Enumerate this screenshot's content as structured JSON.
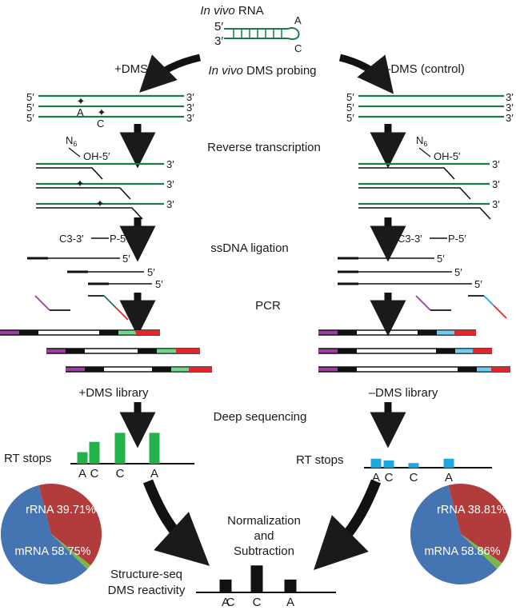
{
  "header": {
    "in_vivo_italic": "In vivo",
    "rna_word": " RNA",
    "five_prime": "5′",
    "three_prime": "3′",
    "loop_a": "A",
    "loop_c": "C"
  },
  "arms": {
    "plus_dms": "+DMS",
    "minus_dms": "–DMS (control)",
    "probing_italic": "In vivo",
    "probing_rest": " DMS probing"
  },
  "ends": {
    "five": "5′",
    "three": "3′"
  },
  "bases": {
    "a": "A",
    "c": "C"
  },
  "steps": {
    "reverse_transcription": "Reverse transcription",
    "ssdna_ligation": "ssDNA ligation",
    "pcr": "PCR",
    "deep_sequencing": "Deep sequencing",
    "normalization": "Normalization",
    "and": "and",
    "subtraction": "Subtraction"
  },
  "primer": {
    "n": "N",
    "sub6": "6",
    "oh": "OH-5′"
  },
  "linker": {
    "c3": "C3-3′",
    "p": "P-5′"
  },
  "libraries": {
    "plus": "+DMS library",
    "minus": "–DMS library"
  },
  "rt_stops": "RT stops",
  "positions": [
    "A",
    "C",
    "C",
    "A"
  ],
  "structure_seq": {
    "line1": "Structure-seq",
    "line2": "DMS reactivity"
  },
  "colors": {
    "rna_green": "#1a7a4a",
    "bar_green": "#22b24a",
    "bar_blue": "#1ea7e1",
    "adapter_purple": "#9b3fa0",
    "adapter_red": "#e3242b",
    "pie_rrna": "#b23b3b",
    "pie_mrna": "#4574b3",
    "pie_other": "#7ab648",
    "modification_mark": "#3a5a80"
  },
  "chart_data": [
    {
      "type": "bar",
      "title": "RT stops (+DMS)",
      "categories": [
        "A",
        "C",
        "C",
        "A"
      ],
      "values": [
        0.45,
        0.85,
        1.2,
        1.2
      ],
      "ylim": [
        0,
        1.4
      ]
    },
    {
      "type": "bar",
      "title": "RT stops (–DMS)",
      "categories": [
        "A",
        "C",
        "C",
        "A"
      ],
      "values": [
        0.35,
        0.28,
        0.18,
        0.35
      ],
      "ylim": [
        0,
        1.4
      ]
    },
    {
      "type": "bar",
      "title": "Structure-seq DMS reactivity",
      "categories": [
        "A",
        "C",
        "C",
        "A"
      ],
      "values": [
        0.5,
        1.05,
        0.5
      ],
      "positions": [
        0,
        2,
        3
      ],
      "ylim": [
        0,
        1.4
      ]
    },
    {
      "type": "pie",
      "title": "+DMS library",
      "labels": [
        "rRNA",
        "mRNA",
        "other"
      ],
      "values": [
        39.71,
        58.75,
        1.54
      ],
      "printed": [
        "rRNA 39.71%",
        "mRNA 58.75%"
      ]
    },
    {
      "type": "pie",
      "title": "–DMS library",
      "labels": [
        "rRNA",
        "mRNA",
        "other"
      ],
      "values": [
        38.81,
        58.86,
        2.33
      ],
      "printed": [
        "rRNA 38.81%",
        "mRNA 58.86%"
      ]
    }
  ]
}
